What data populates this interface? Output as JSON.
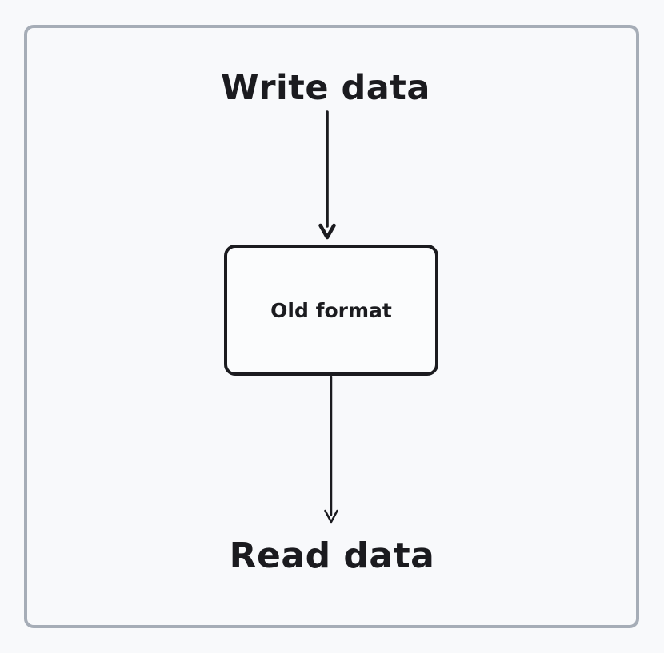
{
  "diagram": {
    "write_label": "Write data",
    "box_label": "Old format",
    "read_label": "Read data",
    "arrows": [
      {
        "name": "write-to-box-arrow",
        "from": "Write data",
        "to": "Old format",
        "direction": "down"
      },
      {
        "name": "box-to-read-arrow",
        "from": "Old format",
        "to": "Read data",
        "direction": "down"
      }
    ]
  },
  "colors": {
    "background": "#f8f9fb",
    "ink": "#1b1b1f",
    "frame_border": "#a6adb7",
    "node_fill": "#fbfcfd"
  }
}
